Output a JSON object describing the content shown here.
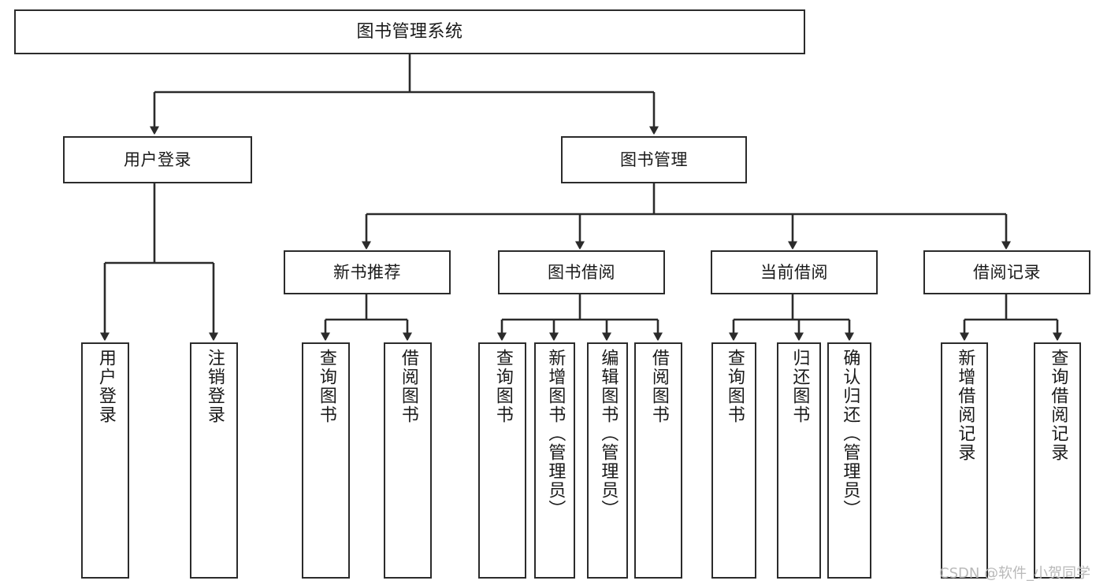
{
  "diagram": {
    "title": "图书管理系统",
    "type": "tree-hierarchy",
    "orientation": "top-down",
    "colors": {
      "box_border": "#2b2b2b",
      "box_fill": "#ffffff",
      "connector": "#2b2b2b",
      "background": "#ffffff",
      "watermark": "#b9b9b9"
    },
    "nodes": {
      "root": {
        "label": "图书管理系统",
        "level": 1
      },
      "user_login": {
        "label": "用户登录",
        "level": 2
      },
      "book_manage": {
        "label": "图书管理",
        "level": 2
      },
      "new_book_rec": {
        "label": "新书推荐",
        "level": 3
      },
      "book_borrow": {
        "label": "图书借阅",
        "level": 3
      },
      "current_borrow": {
        "label": "当前借阅",
        "level": 3
      },
      "borrow_record": {
        "label": "借阅记录",
        "level": 3
      },
      "leaf_user_login": {
        "label": "用户登录",
        "level": 3
      },
      "leaf_logout": {
        "label": "注销登录",
        "level": 3
      },
      "leaf_query_book_1": {
        "label": "查询图书",
        "level": 4
      },
      "leaf_borrow_book_1": {
        "label": "借阅图书",
        "level": 4
      },
      "leaf_query_book_2": {
        "label": "查询图书",
        "level": 4
      },
      "leaf_add_book": {
        "label": "新增图书（管理员）",
        "level": 4
      },
      "leaf_edit_book": {
        "label": "编辑图书（管理员）",
        "level": 4
      },
      "leaf_borrow_book_2": {
        "label": "借阅图书",
        "level": 4
      },
      "leaf_query_book_3": {
        "label": "查询图书",
        "level": 4
      },
      "leaf_return_book": {
        "label": "归还图书",
        "level": 4
      },
      "leaf_confirm_return": {
        "label": "确认归还（管理员）",
        "level": 4
      },
      "leaf_add_record": {
        "label": "新增借阅记录",
        "level": 4
      },
      "leaf_query_record": {
        "label": "查询借阅记录",
        "level": 4
      }
    },
    "edges": [
      {
        "from": "root",
        "to": "user_login"
      },
      {
        "from": "root",
        "to": "book_manage"
      },
      {
        "from": "user_login",
        "to": "leaf_user_login"
      },
      {
        "from": "user_login",
        "to": "leaf_logout"
      },
      {
        "from": "book_manage",
        "to": "new_book_rec"
      },
      {
        "from": "book_manage",
        "to": "book_borrow"
      },
      {
        "from": "book_manage",
        "to": "current_borrow"
      },
      {
        "from": "book_manage",
        "to": "borrow_record"
      },
      {
        "from": "new_book_rec",
        "to": "leaf_query_book_1"
      },
      {
        "from": "new_book_rec",
        "to": "leaf_borrow_book_1"
      },
      {
        "from": "book_borrow",
        "to": "leaf_query_book_2"
      },
      {
        "from": "book_borrow",
        "to": "leaf_add_book"
      },
      {
        "from": "book_borrow",
        "to": "leaf_edit_book"
      },
      {
        "from": "book_borrow",
        "to": "leaf_borrow_book_2"
      },
      {
        "from": "current_borrow",
        "to": "leaf_query_book_3"
      },
      {
        "from": "current_borrow",
        "to": "leaf_return_book"
      },
      {
        "from": "current_borrow",
        "to": "leaf_confirm_return"
      },
      {
        "from": "borrow_record",
        "to": "leaf_add_record"
      },
      {
        "from": "borrow_record",
        "to": "leaf_query_record"
      }
    ]
  },
  "watermark": {
    "text": "CSDN @软件_小贺同学"
  }
}
